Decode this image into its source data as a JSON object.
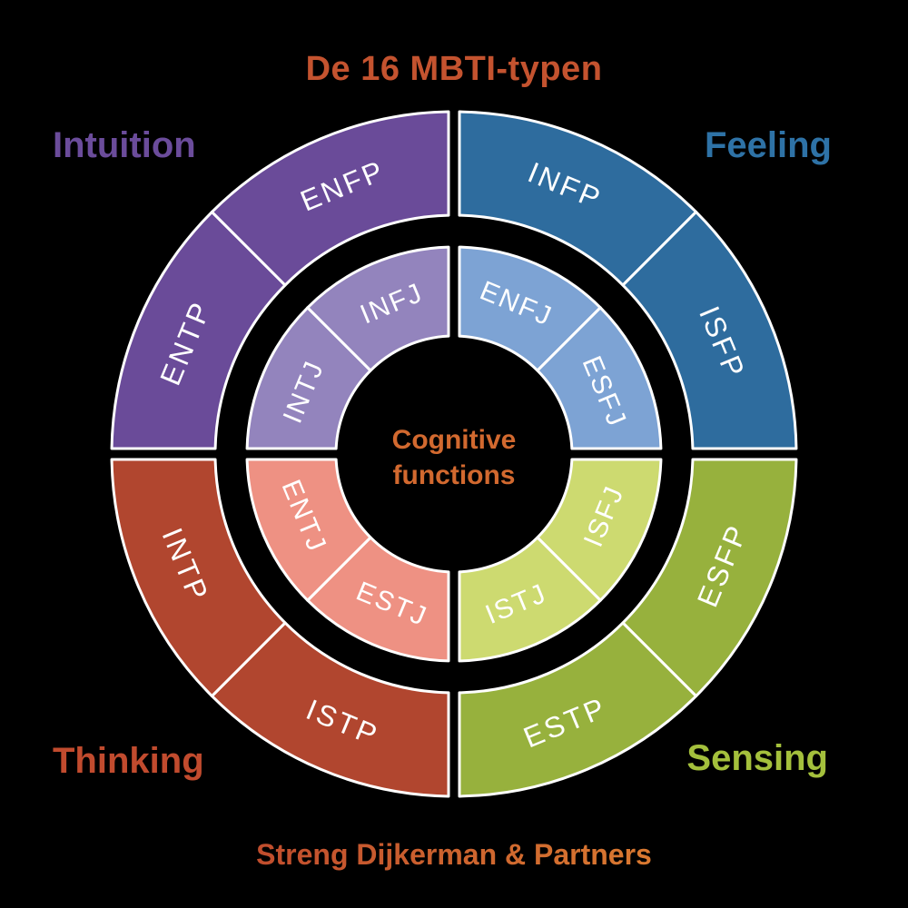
{
  "background_color": "#000000",
  "title": {
    "text": "De 16 MBTI-typen",
    "color": "#c4532f"
  },
  "center_label": {
    "line1": "Cognitive",
    "line2": "functions",
    "color": "#d2692f"
  },
  "attribution": {
    "text": "Streng Dijkerman & Partners",
    "color_start": "#c04d2d",
    "color_end": "#d97930"
  },
  "ring_text_color": "#ffffff",
  "segment_stroke_color": "#ffffff",
  "quadrants": [
    {
      "position": "top-left",
      "label": "Intuition",
      "label_color": "#6b4c9b",
      "outer_color": "#6a4b99",
      "inner_color": "#9384bd",
      "outer_types": [
        "ENTP",
        "ENFP"
      ],
      "inner_types": [
        "INTJ",
        "INFJ"
      ]
    },
    {
      "position": "top-right",
      "label": "Feeling",
      "label_color": "#2e72a6",
      "outer_color": "#2e6c9e",
      "inner_color": "#7da3d4",
      "outer_types": [
        "INFP",
        "ISFP"
      ],
      "inner_types": [
        "ENFJ",
        "ESFJ"
      ]
    },
    {
      "position": "bottom-right",
      "label": "Sensing",
      "label_color": "#a4c03c",
      "outer_color": "#97b13d",
      "inner_color": "#cdda70",
      "outer_types": [
        "ESFP",
        "ESTP"
      ],
      "inner_types": [
        "ISFJ",
        "ISTJ"
      ]
    },
    {
      "position": "bottom-left",
      "label": "Thinking",
      "label_color": "#c14b2e",
      "outer_color": "#b1462f",
      "inner_color": "#ee9183",
      "outer_types": [
        "ISTP",
        "INTP"
      ],
      "inner_types": [
        "ESTJ",
        "ENTJ"
      ]
    }
  ]
}
